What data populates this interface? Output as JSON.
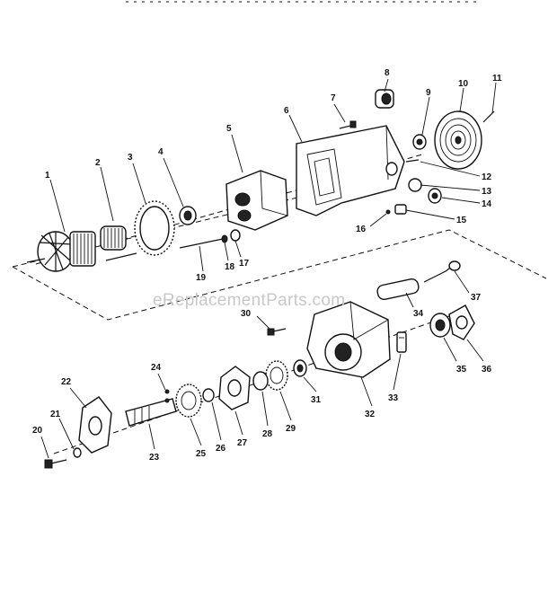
{
  "watermark": "eReplacementParts.com",
  "part_numbers": {
    "p1": "1",
    "p2": "2",
    "p3": "3",
    "p4": "4",
    "p5": "5",
    "p6": "6",
    "p7": "7",
    "p8": "8",
    "p9": "9",
    "p10": "10",
    "p11": "11",
    "p12": "12",
    "p13": "13",
    "p14": "14",
    "p15": "15",
    "p16": "16",
    "p17": "17",
    "p18": "18",
    "p19": "19",
    "p20": "20",
    "p21": "21",
    "p22": "22",
    "p23": "23",
    "p24": "24",
    "p25": "25",
    "p26": "26",
    "p27": "27",
    "p28": "28",
    "p29": "29",
    "p30": "30",
    "p31": "31",
    "p32": "32",
    "p33": "33",
    "p34": "34",
    "p35": "35",
    "p36": "36",
    "p37": "37"
  }
}
